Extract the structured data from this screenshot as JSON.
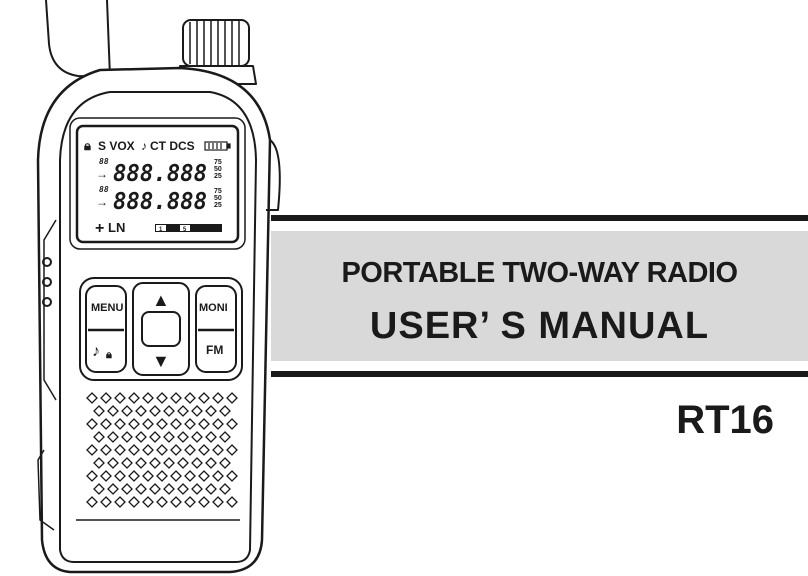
{
  "title": {
    "subtitle": "PORTABLE TWO-WAY RADIO",
    "main": "USER’ S MANUAL"
  },
  "model": "RT16",
  "lcd": {
    "status_icons": "S VOX",
    "ct_label": "CT DCS",
    "freq_line_1": "888.888",
    "freq_line_2": "888.888",
    "small_digits": "88",
    "step_values": [
      "75",
      "50",
      "25"
    ],
    "bottom_indicators": "LN",
    "meter_marks": [
      "1",
      "5"
    ]
  },
  "keys": {
    "menu": "MENU",
    "moni": "MONI",
    "fm": "FM",
    "up_glyph": "▲",
    "down_glyph": "▼"
  },
  "colors": {
    "ink": "#1a1a1a",
    "band": "#d9d9d9",
    "background": "#ffffff"
  }
}
